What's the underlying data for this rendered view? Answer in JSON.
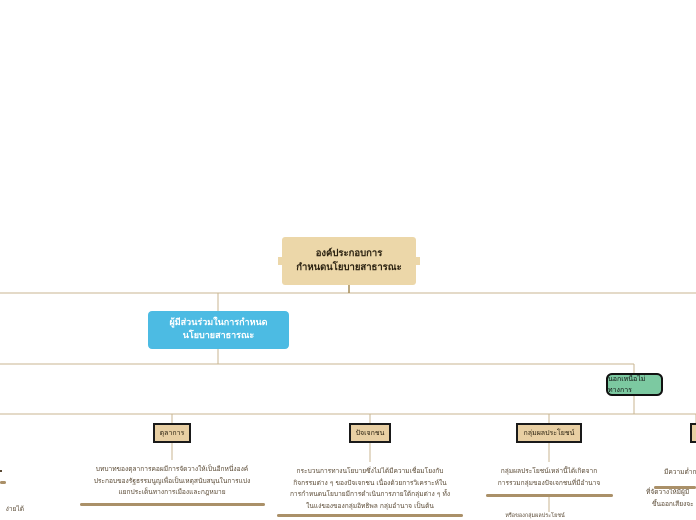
{
  "root": {
    "line1": "องค์ประกอบการ",
    "line2": "กำหนดนโยบายสาธารณะ"
  },
  "participants": {
    "line1": "ผู้มีส่วนร่วมในการกำหนด",
    "line2": "นโยบายสาธารณะ"
  },
  "unofficial_badge": "นอกเหนือไม่ทางการ",
  "branches": [
    {
      "label": "ตุลาการ",
      "desc": [
        "บทบาทของตุลาการคอผมีการจัดวางให้เป็นอีกหนึ่งองค์",
        "ประกอบของรัฐธรรมนูญเพื่อเป็นเหตุสนับสนุนในการแบ่ง",
        "แยกประเด็นทางการเมืองและกฎหมาย"
      ]
    },
    {
      "label": "ปัจเจกชน",
      "desc": [
        "กระบวนการทางนโยบายซึ่งไม่ได้มีความเชื่อมโยงกับ",
        "กิจกรรมต่าง ๆ ของปัจเจกชน เนื่องด้วยการวิเคราะห์ใน",
        "การกำหนดนโยบายมีการดำเนินการภายใต้กลุ่มต่าง ๆ ทั้ง",
        "ในแง่ของของกลุ่มอิทธิพล กลุ่มอำนาจ เป็นต้น"
      ]
    },
    {
      "label": "กลุ่มผลประโยชน์",
      "desc": [
        "กลุ่มผลประโยชน์เหล่านี้ได้เกิดจาก",
        "การรวมกลุ่มของปัจเจกชนที่มีอำนาจ"
      ],
      "extra": "หรือของกลุ่มผลประโยชน์"
    },
    {
      "desc": [
        "มีความต่ำกว่า",
        "ที่จัดวางให้มีผู้มี",
        "ขึ้นออกเสียงจะ"
      ]
    }
  ],
  "left_edge": {
    "line1": "ง่ายได้"
  }
}
